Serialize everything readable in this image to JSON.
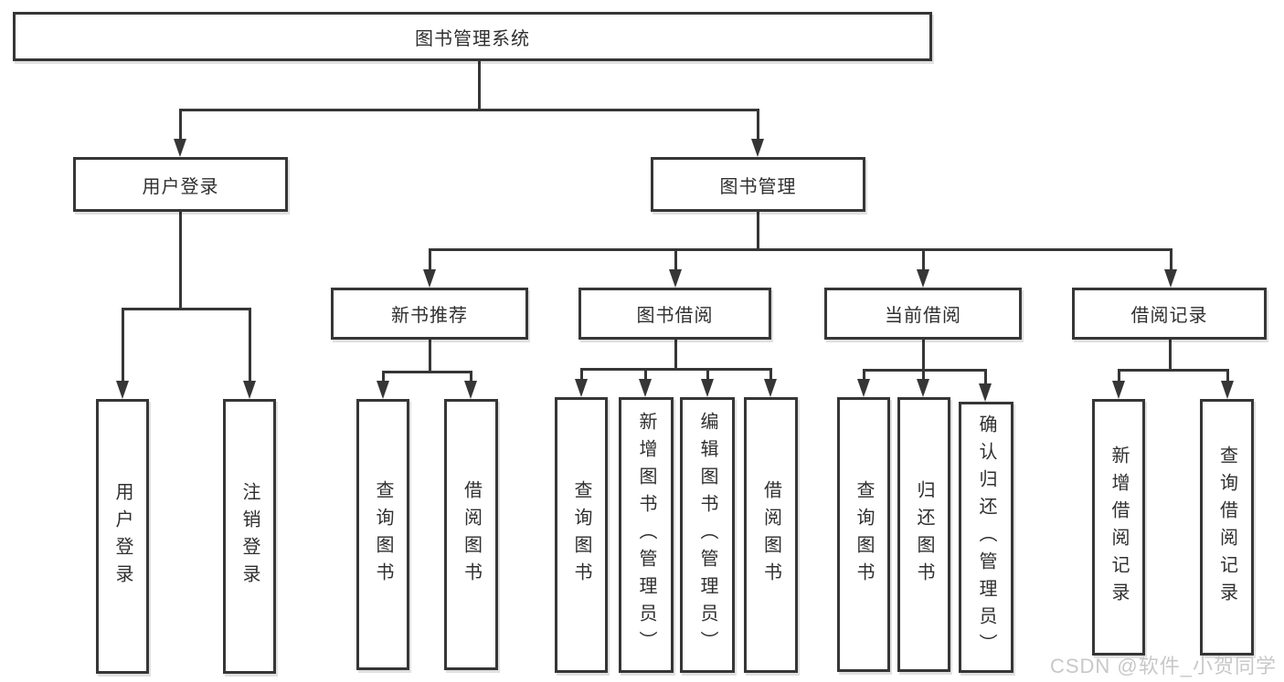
{
  "tree": {
    "label": "图书管理系统",
    "children": [
      {
        "label": "用户登录",
        "children": [
          {
            "label": "用户登录"
          },
          {
            "label": "注销登录"
          }
        ]
      },
      {
        "label": "图书管理",
        "children": [
          {
            "label": "新书推荐",
            "children": [
              {
                "label": "查询图书"
              },
              {
                "label": "借阅图书"
              }
            ]
          },
          {
            "label": "图书借阅",
            "children": [
              {
                "label": "查询图书"
              },
              {
                "label": "新增图书（管理员）"
              },
              {
                "label": "编辑图书（管理员）"
              },
              {
                "label": "借阅图书"
              }
            ]
          },
          {
            "label": "当前借阅",
            "children": [
              {
                "label": "查询图书"
              },
              {
                "label": "归还图书"
              },
              {
                "label": "确认归还（管理员）"
              }
            ]
          },
          {
            "label": "借阅记录",
            "children": [
              {
                "label": "新增借阅记录"
              },
              {
                "label": "查询借阅记录"
              }
            ]
          }
        ]
      }
    ]
  },
  "watermark": {
    "text": "CSDN @软件_小贺同学"
  },
  "colors": {
    "line": "#363636",
    "text": "#2f2f2f",
    "background": "#ffffff",
    "watermark": "#c8c8c8"
  }
}
